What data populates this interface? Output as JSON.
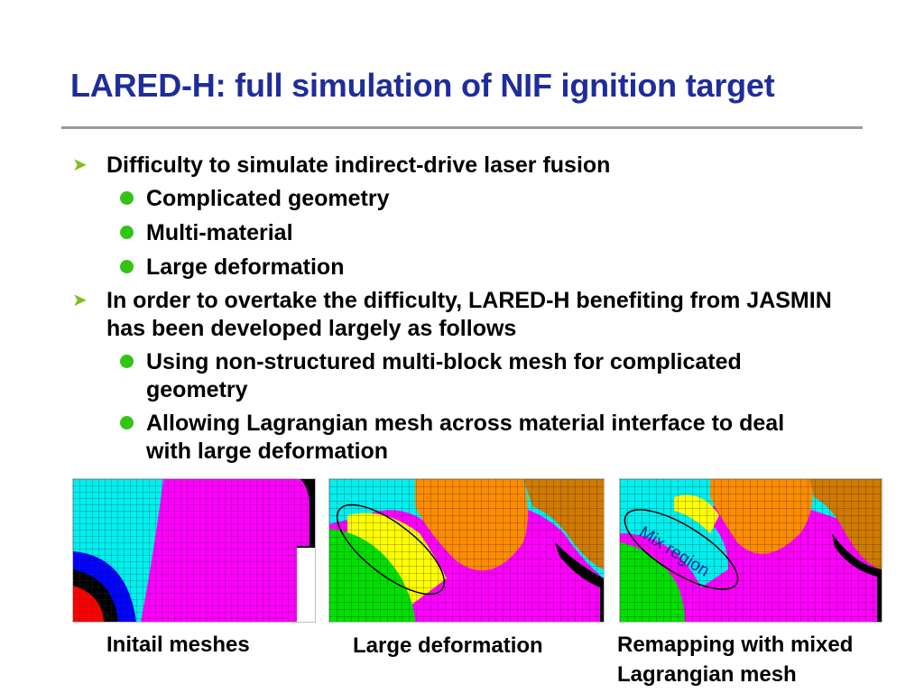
{
  "slide": {
    "title": "LARED-H: full simulation of NIF ignition target"
  },
  "bullets": [
    {
      "level": 1,
      "text": "Difficulty to simulate indirect-drive laser fusion"
    },
    {
      "level": 2,
      "text": "Complicated geometry"
    },
    {
      "level": 2,
      "text": "Multi-material"
    },
    {
      "level": 2,
      "text": "Large deformation"
    },
    {
      "level": 1,
      "text": "In order to overtake the difficulty, LARED-H benefiting from JASMIN has been developed largely as follows"
    },
    {
      "level": 2,
      "text": "Using non-structured multi-block mesh for complicated geometry"
    },
    {
      "level": 2,
      "text": "Allowing Lagrangian mesh across material interface to deal with large deformation"
    }
  ],
  "figures": [
    {
      "caption": "Initail meshes"
    },
    {
      "caption": "Large deformation"
    },
    {
      "caption": "Remapping with mixed Lagrangian mesh",
      "annotation": "Mix region"
    }
  ],
  "colors": {
    "title": "#1f2d9a",
    "arrow_bullet": "#7fbf1e",
    "dot_bullet": "#33c413",
    "cyan": "#00f0f0",
    "magenta": "#ff00ff",
    "orange": "#ff8c00",
    "yellow": "#ffff00",
    "green": "#00e000"
  },
  "icons": {
    "level1": "arrow-bullet-icon",
    "level2": "dot-bullet-icon"
  }
}
